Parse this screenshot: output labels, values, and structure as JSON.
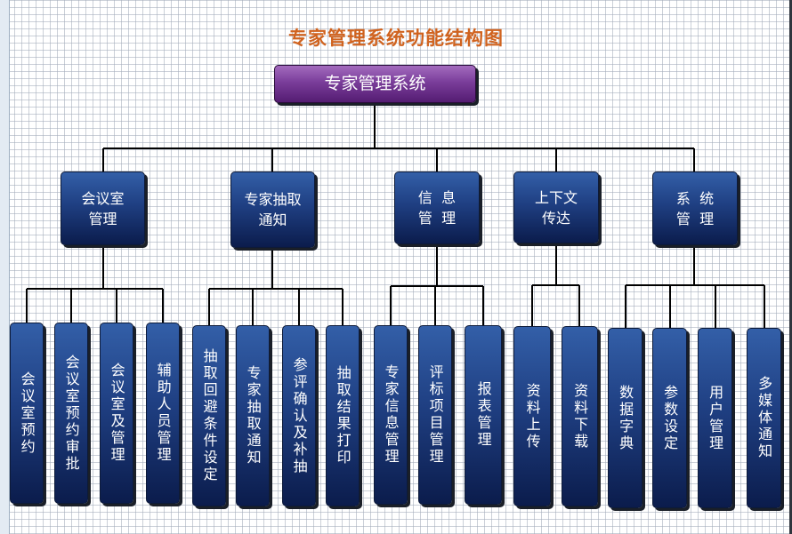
{
  "title": "专家管理系统功能结构图",
  "root": "专家管理系统",
  "modules": [
    {
      "label": "会议室\n管理",
      "children": [
        "会议室预约",
        "会议室预约审批",
        "会议室及管理",
        "辅助人员管理"
      ]
    },
    {
      "label": "专家抽取\n通知",
      "children": [
        "抽取回避条件设定",
        "专家抽取通知",
        "参评确认及补抽",
        "抽取结果打印"
      ]
    },
    {
      "label": "信  息\n管  理",
      "children": [
        "专家信息管理",
        "评标项目管理",
        "报表管理"
      ]
    },
    {
      "label": "上下文\n传达",
      "children": [
        "资料上传",
        "资料下载"
      ]
    },
    {
      "label": "系  统\n管  理",
      "children": [
        "数据字典",
        "参数设定",
        "用户管理",
        "多媒体通知"
      ]
    }
  ],
  "colors": {
    "title": "#d0631f",
    "root_box": "#7a3d9a",
    "node_box": "#1f3f82",
    "line": "#000000"
  }
}
